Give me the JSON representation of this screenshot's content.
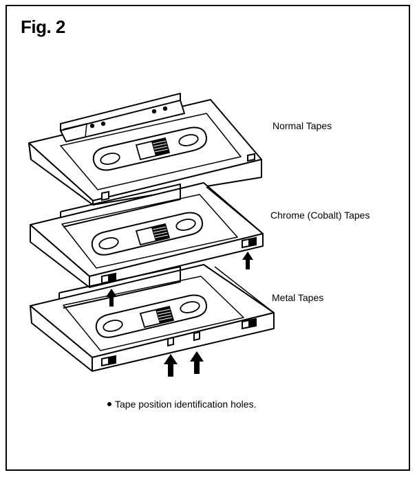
{
  "figure": {
    "title": "Fig. 2",
    "labels": {
      "normal": "Normal Tapes",
      "chrome": "Chrome (Cobalt) Tapes",
      "metal": "Metal Tapes"
    },
    "note": "Tape position identification holes."
  },
  "colors": {
    "ink": "#000000",
    "paper": "#ffffff"
  }
}
